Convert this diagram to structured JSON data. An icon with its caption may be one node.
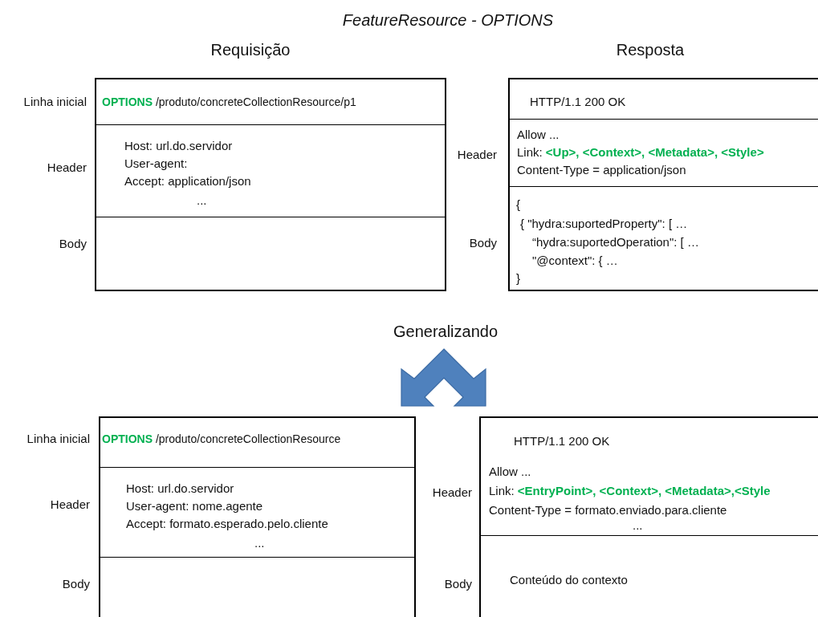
{
  "diagram": {
    "title": "FeatureResource - OPTIONS",
    "nodes": [
      {
        "text": [],
        "shape": "box"
      },
      {
        "text": [
          "**OPTIONS** /produto/concreteCollectionResource/p1"
        ],
        "in": 0,
        "beside": [
          "Linha inicial"
        ]
      },
      {
        "text": [
          "Host: url.do.servidor",
          "User-agent:",
          "Accept: application/json",
          "..."
        ],
        "in": 0,
        "beside": [
          "Header"
        ]
      },
      {
        "text": [],
        "shape": "box",
        "in": 0,
        "beside": [
          "Body"
        ]
      },
      {
        "text": [],
        "shape": "box"
      },
      {
        "text": [
          "HTTP/1.1 200 OK"
        ],
        "in": 4
      },
      {
        "text": [
          "Allow ...",
          "Link: **<Up>, <Context>, <Metadata>, <Style>**",
          "Content-Type = application/json"
        ],
        "in": 4,
        "beside": [
          "Header"
        ]
      },
      {
        "text": [
          "{",
          "{ \"hydra:suportedProperty\": [ …",
          "“hydra:suportedOperation\": [ …",
          "\"@context\": { …",
          "}"
        ],
        "in": 4,
        "beside": [
          "Body"
        ]
      },
      {
        "text": [],
        "shape": "box"
      },
      {
        "text": [
          "**OPTIONS** /produto/concreteCollectionResource"
        ],
        "in": 8,
        "beside": [
          "Linha inicial"
        ]
      },
      {
        "text": [
          "Host: url.do.servidor",
          "User-agent: nome.agente",
          "Accept: formato.esperado.pelo.cliente",
          "..."
        ],
        "in": 8,
        "beside": [
          "Header"
        ]
      },
      {
        "text": [],
        "shape": "box",
        "in": 8,
        "beside": [
          "Body"
        ]
      },
      {
        "text": [],
        "shape": "box"
      },
      {
        "text": [
          "HTTP/1.1 200 OK",
          "Allow ...",
          "Link: **<EntryPoint>, <Context>, <Metadata>,<Style**",
          "Content-Type = formato.enviado.para.cliente",
          "..."
        ],
        "in": 12,
        "beside": [
          "Header"
        ]
      },
      {
        "text": [
          "Conteúdo do contexto"
        ],
        "in": 12,
        "beside": [
          "Body"
        ]
      }
    ],
    "labels": [
      "Requisição",
      "Resposta",
      "Generalizando"
    ]
  }
}
